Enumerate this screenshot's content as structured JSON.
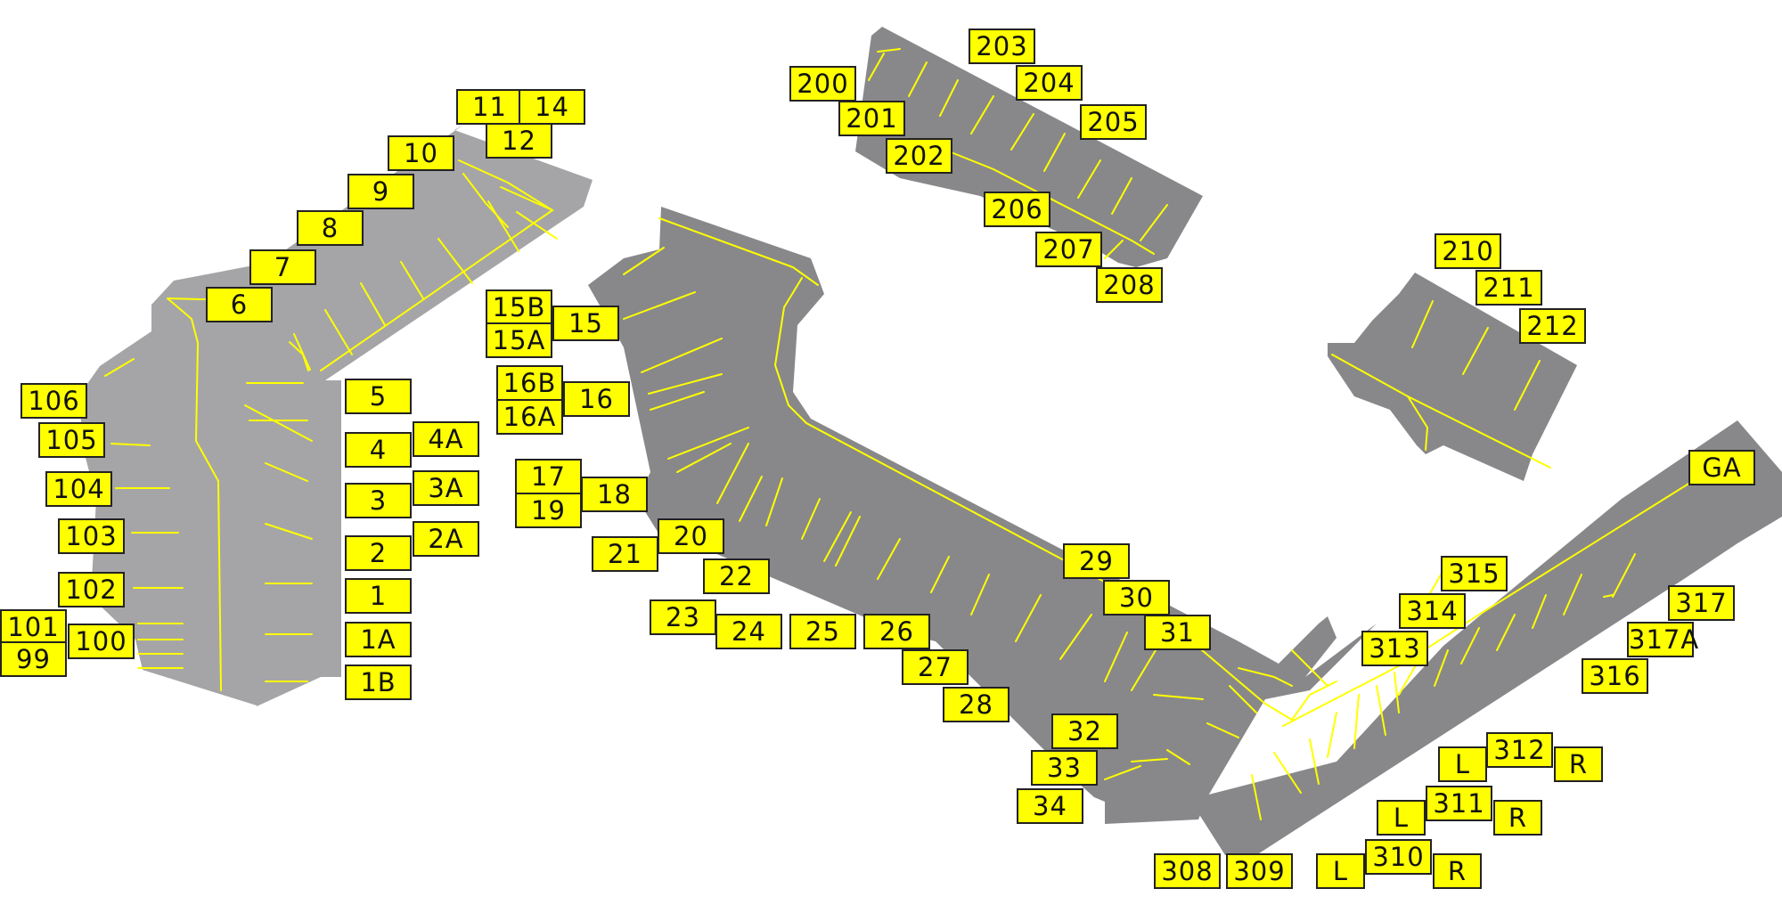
{
  "colors": {
    "apron_light": "#a5a5a7",
    "apron_dark": "#88888b",
    "marking": "#ffff00",
    "label_fill": "#ffff00",
    "label_border": "#222222"
  },
  "stands": {
    "s11": "11",
    "s14": "14",
    "s12": "12",
    "s10": "10",
    "s9": "9",
    "s8": "8",
    "s7": "7",
    "s6": "6",
    "s106": "106",
    "s105": "105",
    "s104": "104",
    "s103": "103",
    "s102": "102",
    "s101": "101",
    "s99": "99",
    "s100": "100",
    "s5": "5",
    "s4": "4",
    "s4a": "4A",
    "s3": "3",
    "s3a": "3A",
    "s2": "2",
    "s2a": "2A",
    "s1": "1",
    "s1a": "1A",
    "s1b": "1B",
    "s15b": "15B",
    "s15a": "15A",
    "s15": "15",
    "s16b": "16B",
    "s16a": "16A",
    "s16": "16",
    "s17": "17",
    "s19": "19",
    "s18": "18",
    "s21": "21",
    "s20": "20",
    "s22": "22",
    "s23": "23",
    "s24": "24",
    "s25": "25",
    "s26": "26",
    "s27": "27",
    "s28": "28",
    "s29": "29",
    "s30": "30",
    "s31": "31",
    "s32": "32",
    "s33": "33",
    "s34": "34",
    "s308": "308",
    "s309": "309",
    "s200": "200",
    "s201": "201",
    "s202": "202",
    "s203": "203",
    "s204": "204",
    "s205": "205",
    "s206": "206",
    "s207": "207",
    "s208": "208",
    "s210": "210",
    "s211": "211",
    "s212": "212",
    "sga": "GA",
    "s315": "315",
    "s314": "314",
    "s313": "313",
    "s317": "317",
    "s317a": "317A",
    "s316": "316",
    "s312": "312",
    "s312l": "L",
    "s312r": "R",
    "s311": "311",
    "s311l": "L",
    "s311r": "R",
    "s310": "310",
    "s310l": "L",
    "s310r": "R"
  }
}
